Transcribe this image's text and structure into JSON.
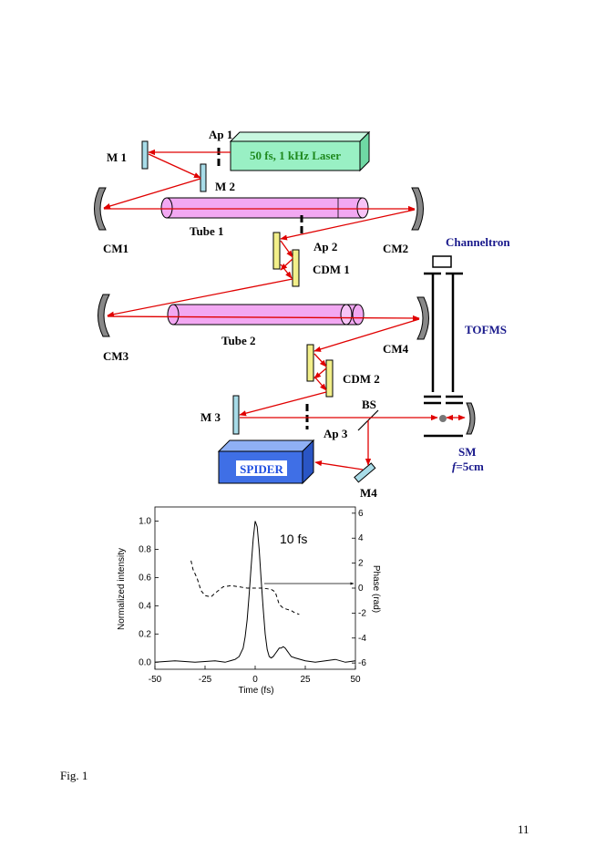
{
  "labels": {
    "ap1": "Ap 1",
    "laser": "50 fs, 1 kHz Laser",
    "m1": "M 1",
    "m2": "M 2",
    "cm1": "CM1",
    "tube1": "Tube 1",
    "ap2": "Ap 2",
    "cm2": "CM2",
    "channeltron": "Channeltron",
    "cdm1": "CDM 1",
    "tofms": "TOFMS",
    "cm3": "CM3",
    "tube2": "Tube 2",
    "cm4": "CM4",
    "cdm2": "CDM 2",
    "bs": "BS",
    "m3": "M 3",
    "ap3": "Ap 3",
    "spider": "SPIDER",
    "sm": "SM",
    "focal_f": "f",
    "focal_val": "=5cm",
    "m4": "M4"
  },
  "colors": {
    "beam": "#e00000",
    "laser_box": "#99f0c4",
    "laser_text": "#1f8a1f",
    "tube": "#f2a8f2",
    "mirror": "#a8dce8",
    "chirped_mirror": "#f2ef8a",
    "spider_box": "#3f6fe6",
    "blue_label": "#1a1a8c"
  },
  "chart_data": {
    "type": "line",
    "xlabel": "Time (fs)",
    "ylabel": "Normalized intensity",
    "y2label": "Phase (rad)",
    "xlim": [
      -50,
      50
    ],
    "ylim": [
      -0.05,
      1.1
    ],
    "y2lim": [
      -6.5,
      6.5
    ],
    "xticks": [
      -50,
      -25,
      0,
      25,
      50
    ],
    "yticks": [
      0.0,
      0.2,
      0.4,
      0.6,
      0.8,
      1.0
    ],
    "y2ticks": [
      -6,
      -4,
      -2,
      0,
      2,
      4,
      6
    ],
    "annotation": "10 fs",
    "series": [
      {
        "role": "intensity",
        "style": "solid",
        "x": [
          -50,
          -40,
          -30,
          -20,
          -15,
          -10,
          -8,
          -6,
          -5,
          -4,
          -3,
          -2,
          -1,
          0,
          1,
          2,
          3,
          4,
          5,
          6,
          7,
          8,
          9,
          10,
          11,
          12,
          13,
          14,
          15,
          16,
          17,
          18,
          20,
          25,
          30,
          35,
          40,
          45,
          50
        ],
        "y": [
          0.0,
          0.01,
          0.0,
          0.01,
          0.0,
          0.02,
          0.04,
          0.1,
          0.18,
          0.3,
          0.48,
          0.68,
          0.87,
          1.0,
          0.96,
          0.8,
          0.58,
          0.38,
          0.2,
          0.09,
          0.04,
          0.03,
          0.04,
          0.06,
          0.08,
          0.1,
          0.1,
          0.11,
          0.1,
          0.08,
          0.06,
          0.04,
          0.03,
          0.01,
          0.0,
          0.01,
          0.02,
          0.0,
          0.01
        ]
      },
      {
        "role": "phase",
        "style": "dashed",
        "x": [
          -32,
          -31,
          -29,
          -27,
          -25,
          -22,
          -20,
          -16,
          -12,
          -8,
          -4,
          0,
          4,
          8,
          10,
          11,
          12,
          14,
          16,
          18,
          20,
          22
        ],
        "y": [
          2.2,
          1.5,
          0.8,
          -0.2,
          -0.6,
          -0.7,
          -0.4,
          0.1,
          0.2,
          0.1,
          0.0,
          0.0,
          0.0,
          -0.1,
          -0.3,
          -0.8,
          -1.3,
          -1.6,
          -1.7,
          -1.8,
          -2.0,
          -2.1
        ]
      }
    ]
  },
  "caption": "Fig. 1",
  "page_number": "11"
}
